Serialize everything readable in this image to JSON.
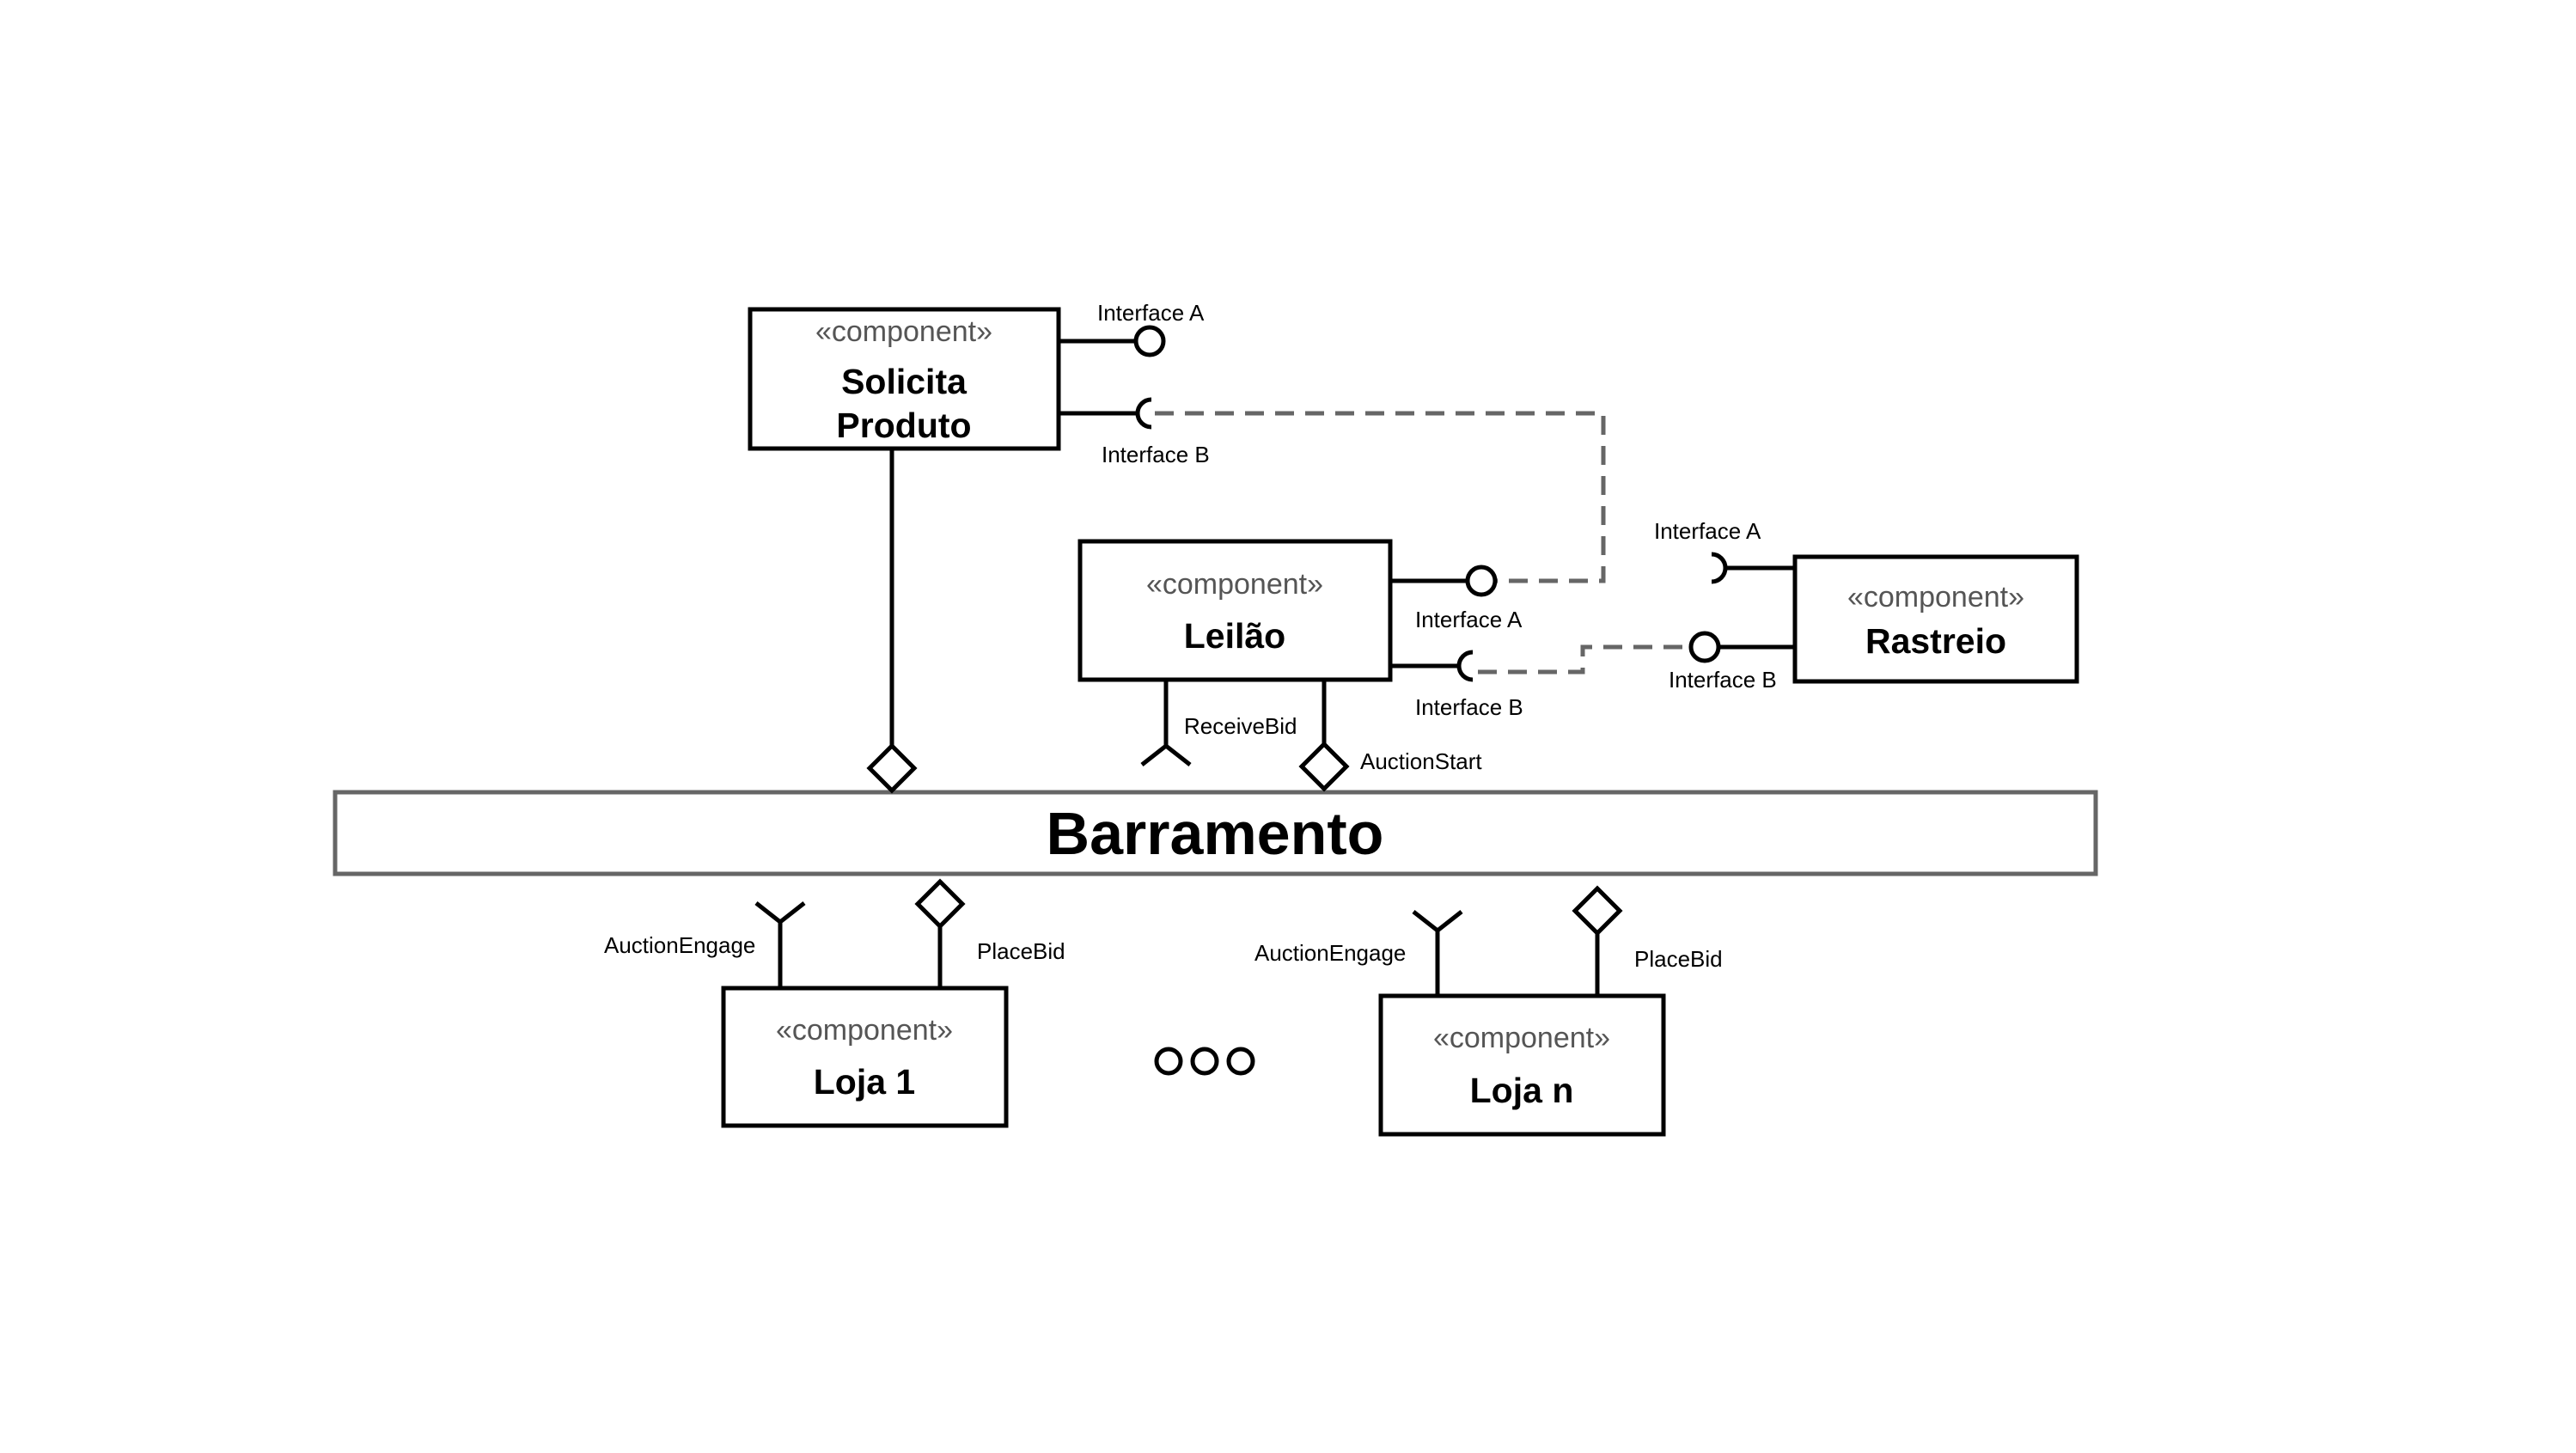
{
  "bus": {
    "label": "Barramento"
  },
  "components": {
    "solicita": {
      "stereotype": "«component»",
      "name_line1": "Solicita",
      "name_line2": "Produto"
    },
    "leilao": {
      "stereotype": "«component»",
      "name": "Leilão"
    },
    "rastreio": {
      "stereotype": "«component»",
      "name": "Rastreio"
    },
    "loja1": {
      "stereotype": "«component»",
      "name": "Loja 1"
    },
    "lojan": {
      "stereotype": "«component»",
      "name": "Loja n"
    }
  },
  "labels": {
    "solicita_interface_a": "Interface A",
    "solicita_interface_b": "Interface B",
    "leilao_interface_a": "Interface A",
    "leilao_interface_b": "Interface B",
    "rastreio_interface_a": "Interface A",
    "rastreio_interface_b": "Interface B",
    "receive_bid": "ReceiveBid",
    "auction_start": "AuctionStart",
    "loja1_auction_engage": "AuctionEngage",
    "loja1_place_bid": "PlaceBid",
    "lojan_auction_engage": "AuctionEngage",
    "lojan_place_bid": "PlaceBid"
  },
  "colors": {
    "line": "#000000",
    "bus_border": "#666666",
    "dashed": "#666666",
    "stereotype": "#555555"
  }
}
